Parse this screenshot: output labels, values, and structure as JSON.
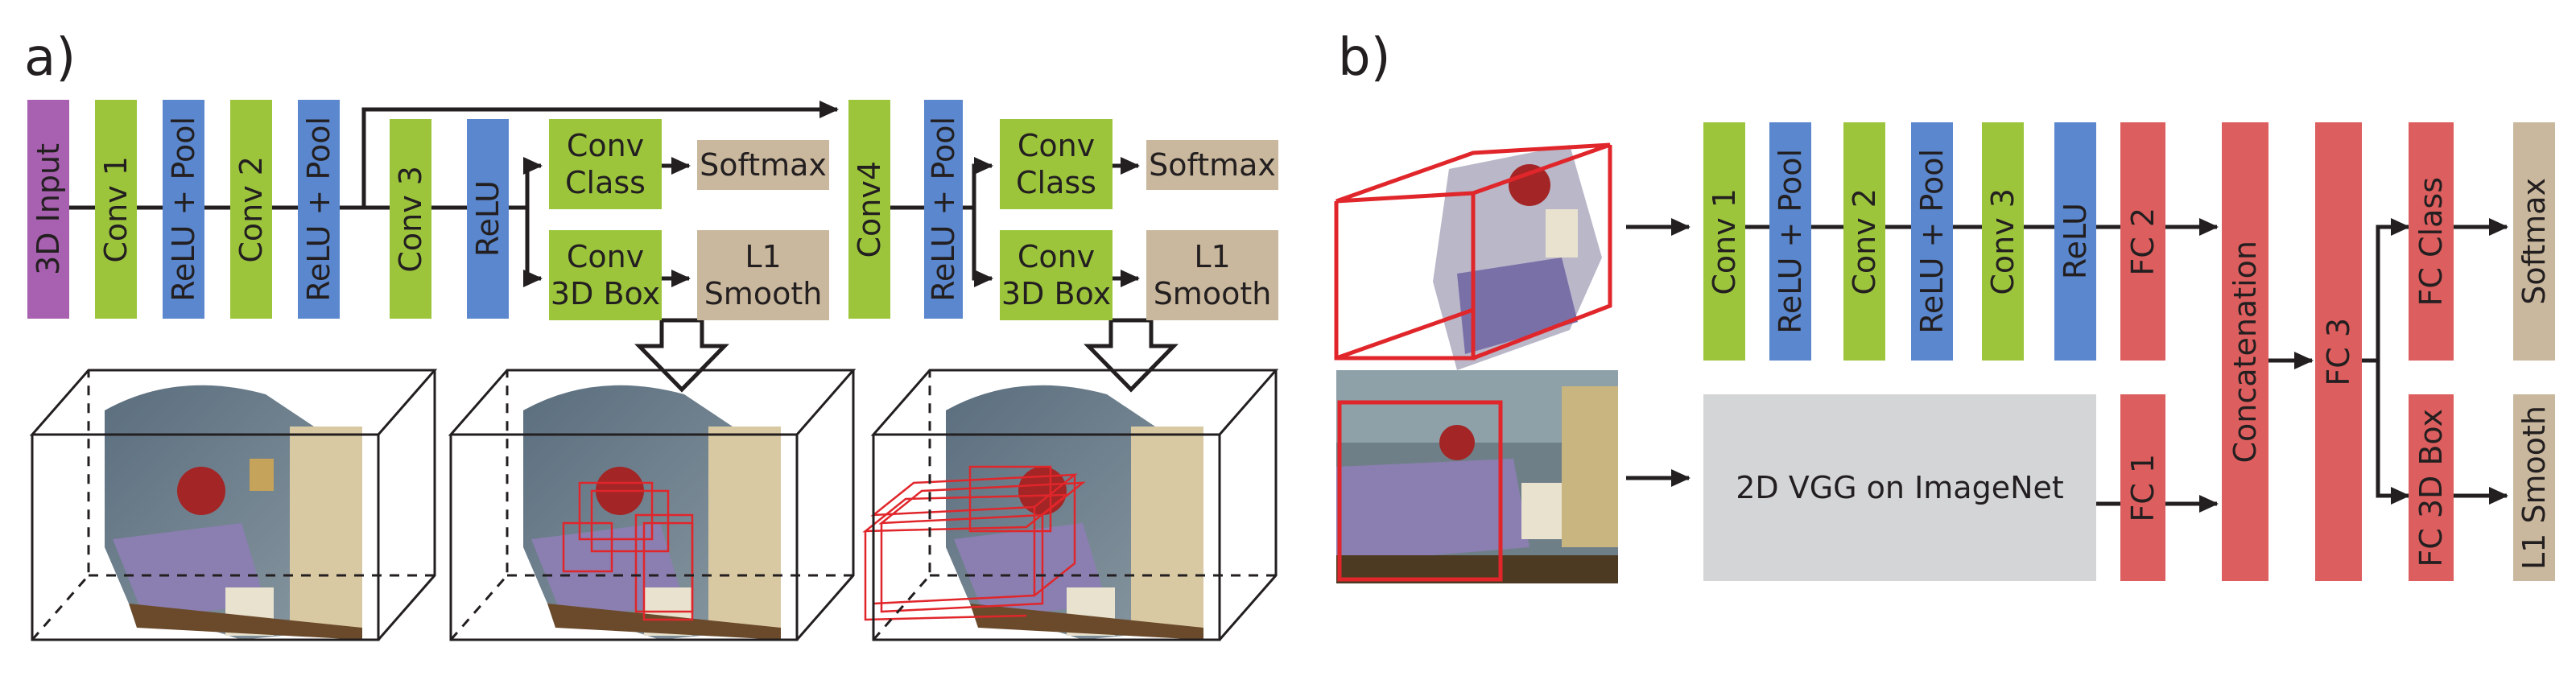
{
  "panel_a": {
    "letter": "a)",
    "blocks": {
      "input": "3D Input",
      "conv1": "Conv 1",
      "relu_pool1": "ReLU + Pool",
      "conv2": "Conv 2",
      "relu_pool2": "ReLU + Pool",
      "conv3": "Conv 3",
      "relu": "ReLU",
      "conv_class_1": "Conv\nClass",
      "softmax_1": "Softmax",
      "conv_box_1": "Conv\n3D Box",
      "l1_smooth_1": "L1\nSmooth",
      "conv4": "Conv4",
      "relu_pool3": "ReLU + Pool",
      "conv_class_2": "Conv\nClass",
      "softmax_2": "Softmax",
      "conv_box_2": "Conv\n3D Box",
      "l1_smooth_2": "L1\nSmooth"
    }
  },
  "panel_b": {
    "letter": "b)",
    "blocks": {
      "conv1": "Conv 1",
      "relu_pool1": "ReLU + Pool",
      "conv2": "Conv 2",
      "relu_pool2": "ReLU + Pool",
      "conv3": "Conv 3",
      "relu": "ReLU",
      "fc2": "FC 2",
      "vgg": "2D VGG on ImageNet",
      "fc1": "FC 1",
      "concat": "Concatenation",
      "fc3": "FC 3",
      "fc_class": "FC Class",
      "softmax": "Softmax",
      "fc_box": "FC 3D Box",
      "l1_smooth": "L1 Smooth"
    }
  },
  "colors": {
    "input": "#a861b0",
    "conv": "#9cc53c",
    "relu": "#5a87cd",
    "loss": "#c9b89d",
    "fc": "#dd5e5e",
    "vgg": "#d4d5d6",
    "box_annotation": "#e0262b"
  }
}
